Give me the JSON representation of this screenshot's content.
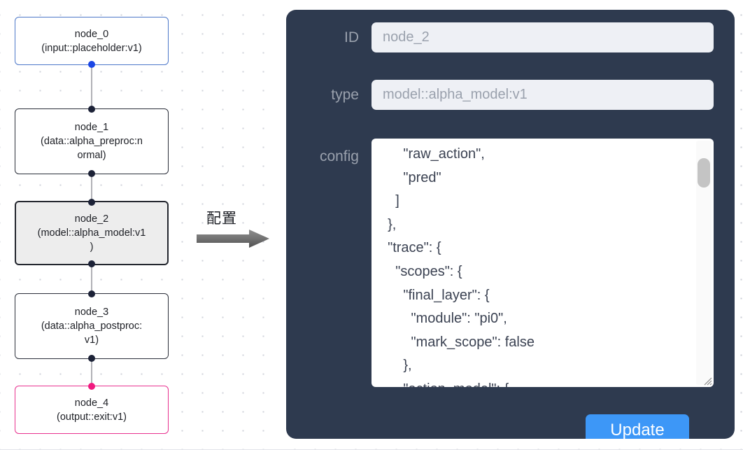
{
  "flow": {
    "nodes": [
      {
        "id": "node_0",
        "title": "node_0",
        "subtitle": "(input::placeholder:v1)",
        "label": "node_0\n(input::placeholder:v1)",
        "kind": "input",
        "selected": false
      },
      {
        "id": "node_1",
        "title": "node_1",
        "subtitle": "(data::alpha_preproc:normal)",
        "label": "node_1\n(data::alpha_preproc:n\normal)",
        "kind": "default",
        "selected": false
      },
      {
        "id": "node_2",
        "title": "node_2",
        "subtitle": "(model::alpha_model:v1)",
        "label": "node_2\n(model::alpha_model:v1\n)",
        "kind": "default",
        "selected": true
      },
      {
        "id": "node_3",
        "title": "node_3",
        "subtitle": "(data::alpha_postproc:v1)",
        "label": "node_3\n(data::alpha_postproc:\nv1)",
        "kind": "default",
        "selected": false
      },
      {
        "id": "node_4",
        "title": "node_4",
        "subtitle": "(output::exit:v1)",
        "label": "node_4\n(output::exit:v1)",
        "kind": "output",
        "selected": false
      }
    ],
    "colors": {
      "input_border": "#4d78c9",
      "default_border": "#2b2f3a",
      "output_border": "#e8318f",
      "selected_fill": "#ededed",
      "handle": "#1c2237",
      "handle_input": "#1a46e5",
      "handle_output": "#f0197f",
      "edge": "#b1b1b7"
    }
  },
  "transition": {
    "label": "配置",
    "arrow_icon": "right-arrow-icon",
    "arrow_color": "#6e6e6e"
  },
  "panel": {
    "background": "#2e3a4f",
    "fields": [
      {
        "name": "id",
        "label": "ID",
        "value": "node_2",
        "placeholder": "node_2"
      },
      {
        "name": "type",
        "label": "type",
        "value": "model::alpha_model:v1",
        "placeholder": "model::alpha_model:v1"
      }
    ],
    "config": {
      "label": "config",
      "value": "      \"raw_action\",\n      \"pred\"\n    ]\n  },\n  \"trace\": {\n    \"scopes\": {\n      \"final_layer\": {\n        \"module\": \"pi0\",\n        \"mark_scope\": false\n      },\n      \"action_model\": {",
      "scrollbar": "vertical-scrollbar",
      "resize_handle": "resize-grip-icon"
    },
    "update_button": {
      "label": "Update",
      "color": "#3d97f7"
    }
  }
}
